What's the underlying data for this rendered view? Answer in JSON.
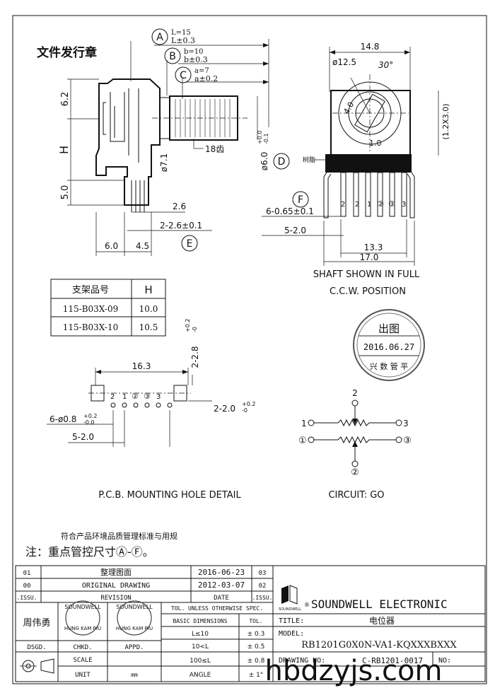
{
  "stamp_title": "文件发行章",
  "callouts": {
    "A": {
      "letter": "A",
      "line1": "L=15",
      "line2": "L±0.3"
    },
    "B": {
      "letter": "B",
      "line1": "b=10",
      "line2": "b±0.3"
    },
    "C": {
      "letter": "C",
      "line1": "a=7",
      "line2": "a±0.2"
    },
    "D": {
      "letter": "D"
    },
    "E": {
      "letter": "E"
    },
    "F": {
      "letter": "F"
    }
  },
  "side_view": {
    "dim_62": "6.2",
    "dim_H": "H",
    "dim_50": "5.0",
    "dim_71": "ø7.1",
    "knurl": "18齿",
    "dim_60": "ø6.0",
    "dim_60_tol_up": "+0.0",
    "dim_60_tol_dn": "-0.1",
    "dim_26": "2.6",
    "dim_2x26": "2-2.6±0.1",
    "dim_60b": "6.0",
    "dim_45": "4.5"
  },
  "front_view": {
    "dim_148": "14.8",
    "dim_125": "ø12.5",
    "angle_30": "30°",
    "dim_40": "4.0",
    "dim_10": "1.0",
    "dim_12x30": "(1.2X3.0)",
    "resin": "树脂",
    "pins": [
      "2",
      "1",
      "②",
      "③",
      "3"
    ],
    "pin_left": "2",
    "dim_6x065": "6-0.65±0.1",
    "dim_5x20": "5-2.0",
    "dim_133": "13.3",
    "dim_170": "17.0",
    "caption_1": "SHAFT SHOWN IN FULL",
    "caption_2": "C.C.W. POSITION"
  },
  "bracket_table": {
    "headers": [
      "支架品号",
      "H"
    ],
    "rows": [
      [
        "115-B03X-09",
        "10.0"
      ],
      [
        "115-B03X-10",
        "10.5"
      ]
    ]
  },
  "date_stamp": {
    "top": "出图",
    "date": "2016.06.27",
    "bottom": "兴 数 管 平"
  },
  "pcb": {
    "dim_163": "16.3",
    "dim_2x28": "2-2.8",
    "dim_2x28_tol_up": "+0.2",
    "dim_2x28_tol_dn": "-0",
    "pin_labels": [
      "2",
      "1",
      "②",
      "③",
      "3"
    ],
    "dim_6x08": "6-ø0.8",
    "dim_6x08_tol_up": "+0.2",
    "dim_6x08_tol_dn": "-0.0",
    "dim_2x20": "2-2.0",
    "dim_2x20_tol_up": "+0.2",
    "dim_2x20_tol_dn": "-0",
    "dim_5x20": "5-2.0",
    "caption": "P.C.B. MOUNTING HOLE DETAIL"
  },
  "circuit": {
    "labels": {
      "top": "2",
      "left1": "1",
      "right3": "3",
      "left1c": "①",
      "right3c": "③",
      "bottom2c": "②"
    },
    "caption": "CIRCUIT: GO"
  },
  "notes": {
    "line1": "符合产品环境品质管理标准与用规",
    "line2": "注：重点管控尺寸Ⓐ-Ⓕ。"
  },
  "title_block": {
    "rev_rows": [
      {
        "no": "01",
        "desc": "整理图面",
        "date": "2016-06-23",
        "next": "03"
      },
      {
        "no": "00",
        "desc": "ORIGINAL  DRAWING",
        "date": "2012-03-07",
        "next": "02"
      }
    ],
    "issu": ".ISSU.",
    "revision": "REVISION",
    "date_hdr": "DATE",
    "issu2": ".ISSU.",
    "designer": "周伟勇",
    "sig_stamp_1": "SOUNDWELL",
    "sig_stamp_2": "HUNG KAM PIU",
    "dsgd": "DSGD.",
    "chkd": "CHKD.",
    "appd": "APPD.",
    "scale": "SCALE",
    "unit": "UNIT",
    "unit_val": "mm",
    "tol_hdr": "TOL. UNLESS OTHERWISE SPEC.",
    "basic_dims": "BASIC DIMENSIONS",
    "tol": "TOL.",
    "tol_rows": [
      [
        "L≤10",
        "± 0.3"
      ],
      [
        "10<L",
        "± 0.5"
      ],
      [
        "100≤L",
        "± 0.8"
      ],
      [
        "ANGLE",
        "± 1°"
      ]
    ],
    "company": "SOUNDWELL  ELECTRONIC",
    "logo_text": "SOUNDWELL",
    "title_lbl": "TITLE:",
    "title_val": "电位器",
    "model_lbl": "MODEL:",
    "model_val": "RB1201G0X0N-VA1-KQXXXBXXX",
    "drawing_no_lbl": "DRAWING NO:",
    "drawing_no_val": "C-RB1201-0017",
    "no_lbl": "NO:"
  },
  "watermark": "hbdzyjs.com"
}
